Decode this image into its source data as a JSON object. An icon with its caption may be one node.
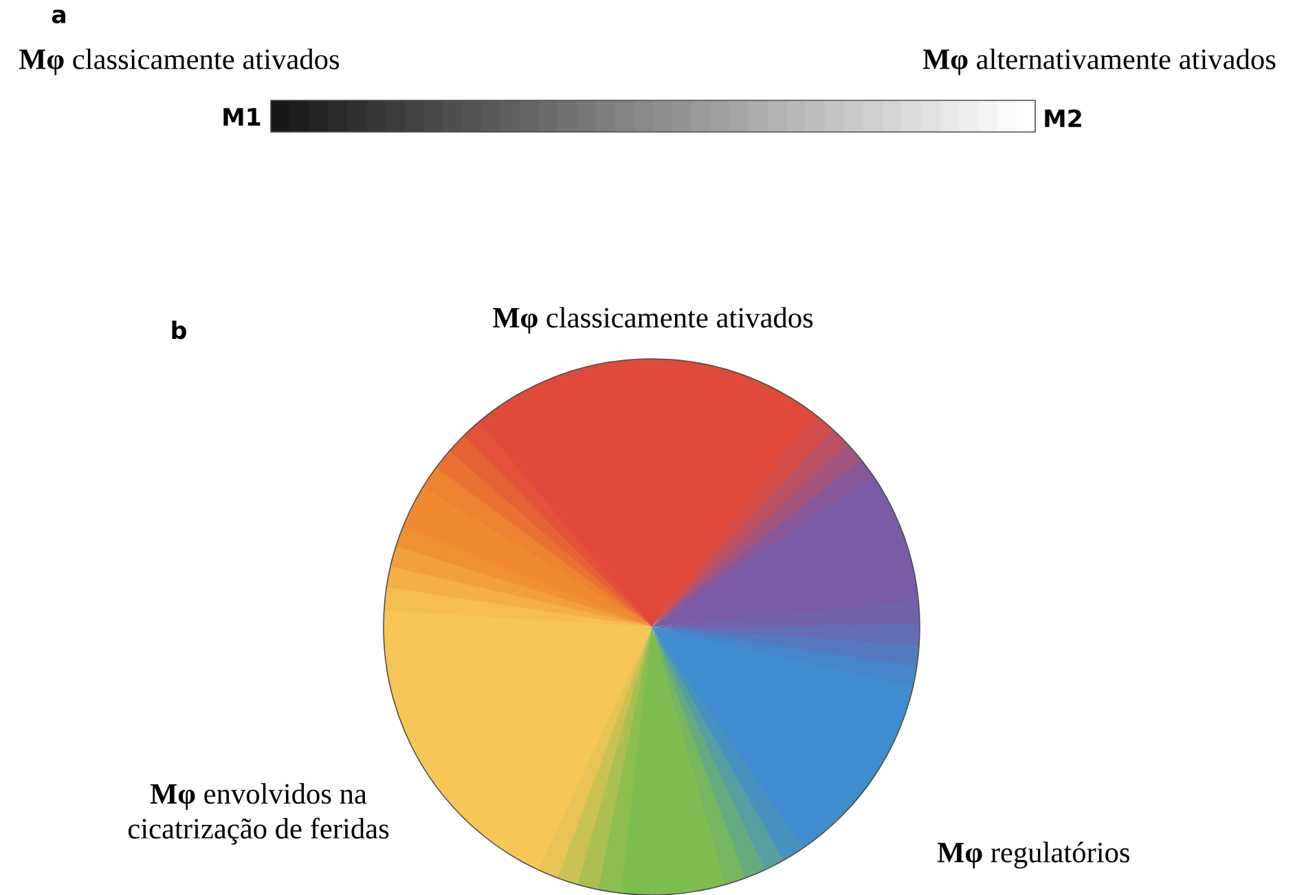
{
  "diagram": {
    "labels": [
      "a",
      "**Mφ** classicamente ativados",
      "**Mφ** alternativamente ativados",
      "M1",
      "M2",
      "b",
      "**Mφ** classicamente ativados",
      "**Mφ** envolvidos na cicatrização de feridas",
      "**Mφ** regulatórios"
    ]
  }
}
